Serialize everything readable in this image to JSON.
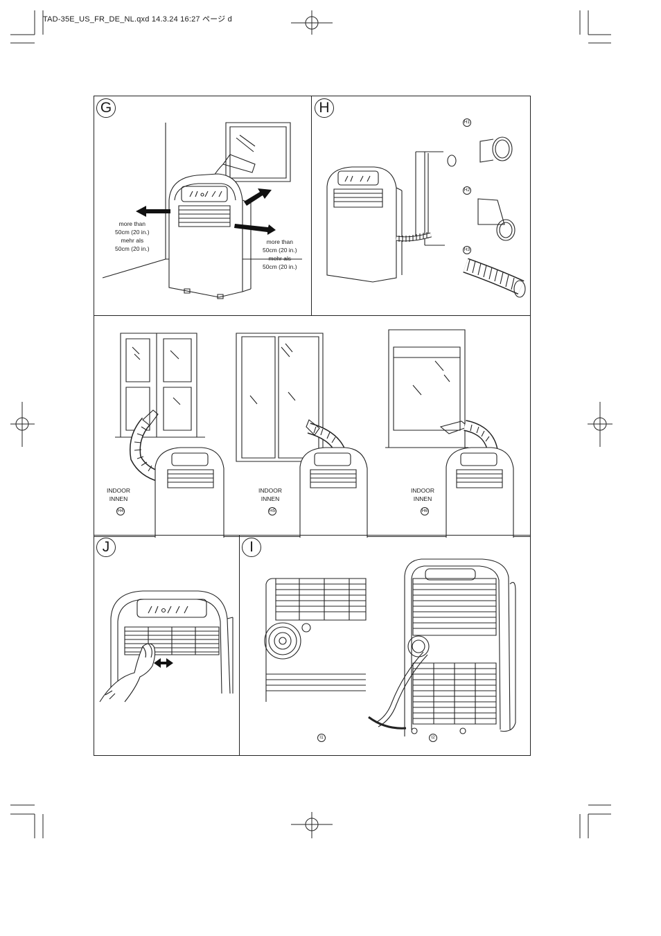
{
  "header": {
    "file_info": "TAD-35E_US_FR_DE_NL.qxd  14.3.24 16:27  ページ d"
  },
  "panels": {
    "g": {
      "badge": "G",
      "left_note": [
        "more than",
        "50cm (20 in.)",
        "mehr als",
        "50cm (20 in.)"
      ],
      "right_note": [
        "more than",
        "50cm (20 in.)",
        "mehr als",
        "50cm (20 in.)"
      ]
    },
    "h": {
      "badge": "H",
      "parts": [
        "H1",
        "H2",
        "H3"
      ]
    },
    "h_windows": {
      "scenes": [
        {
          "label": [
            "INDOOR",
            "INNEN"
          ],
          "tag": "H4"
        },
        {
          "label": [
            "INDOOR",
            "INNEN"
          ],
          "tag": "H5"
        },
        {
          "label": [
            "INDOOR",
            "INNEN"
          ],
          "tag": "H6"
        }
      ]
    },
    "j": {
      "badge": "J"
    },
    "i": {
      "badge": "I",
      "tags": [
        "I1",
        "I2"
      ]
    }
  },
  "icons": [
    "crop-mark-icon",
    "registration-mark-icon",
    "arrow-icon",
    "double-arrow-icon"
  ]
}
